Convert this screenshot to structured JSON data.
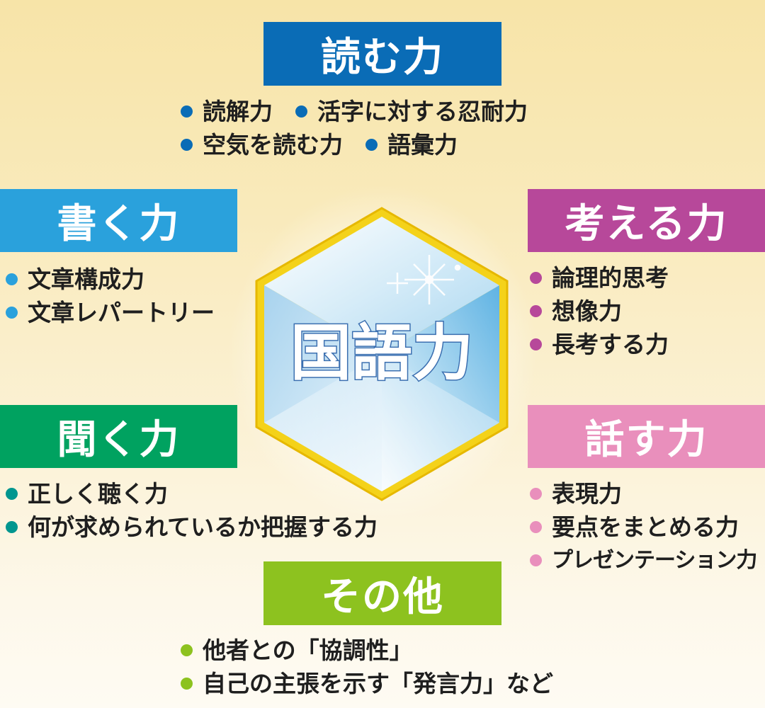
{
  "center": {
    "title": "国語力"
  },
  "sections": {
    "read": {
      "title": "読む力",
      "color": "#0a6cb6",
      "dot_color": "#0a6cb6",
      "row1": [
        "読解力",
        "活字に対する忍耐力"
      ],
      "row2": [
        "空気を読む力",
        "語彙力"
      ]
    },
    "write": {
      "title": "書く力",
      "color": "#2aa1dc",
      "dot_color": "#2aa1dc",
      "items": [
        "文章構成力",
        "文章レパートリー"
      ]
    },
    "think": {
      "title": "考える力",
      "color": "#b7489a",
      "dot_color": "#b7489a",
      "items": [
        "論理的思考",
        "想像力",
        "長考する力"
      ]
    },
    "listen": {
      "title": "聞く力",
      "color": "#00a260",
      "dot_color": "#00968f",
      "items": [
        "正しく聴く力",
        "何が求められているか把握する力"
      ]
    },
    "speak": {
      "title": "話す力",
      "color": "#e98fbc",
      "dot_color": "#e98fbc",
      "items": [
        "表現力",
        "要点をまとめる力",
        "プレゼンテーション力"
      ]
    },
    "other": {
      "title": "その他",
      "color": "#8dc21f",
      "dot_color": "#8dc21f",
      "items": [
        "他者との「協調性」",
        "自己の主張を示す「発言力」など"
      ]
    }
  }
}
